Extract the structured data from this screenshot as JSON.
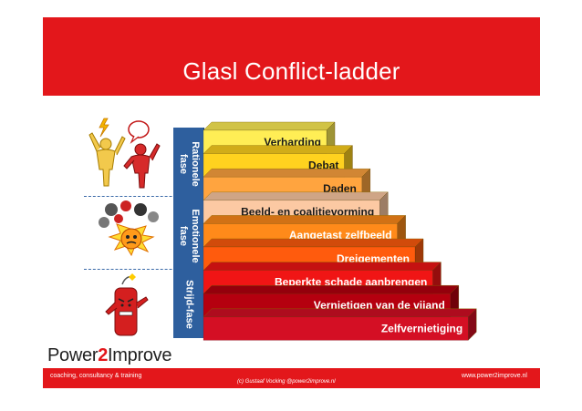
{
  "header": {
    "title": "Glasl Conflict-ladder"
  },
  "phases": [
    {
      "label": "Rationele\nfase"
    },
    {
      "label": "Emotionele\nfase"
    },
    {
      "label": "Strijd-fase"
    }
  ],
  "steps": [
    {
      "label": "Verharding",
      "color": "#ffee55"
    },
    {
      "label": "Debat",
      "color": "#ffd21f"
    },
    {
      "label": "Daden",
      "color": "#ffa43f"
    },
    {
      "label": "Beeld- en coalitievorming",
      "color": "#fcc9a3"
    },
    {
      "label": "Aangetast zelfbeeld",
      "color": "#ff8a1a"
    },
    {
      "label": "Dreigementen",
      "color": "#ff5b0d"
    },
    {
      "label": "Beperkte schade aanbrengen",
      "color": "#f01515"
    },
    {
      "label": "Vernietigen van de vijand",
      "color": "#b5000f"
    },
    {
      "label": "Zelfvernietiging",
      "color": "#d40f24"
    }
  ],
  "footer": {
    "logo_left": "Power",
    "logo_two": "2",
    "logo_right": "Improve",
    "left_text": "coaching, consultancy & training",
    "center_text": "(c) Gustaaf Vocking @power2improve.nl",
    "right_text": "www.power2improve.nl"
  },
  "icons": [
    "angry-people-icon",
    "fighting-cloud-icon",
    "dynamite-icon"
  ]
}
